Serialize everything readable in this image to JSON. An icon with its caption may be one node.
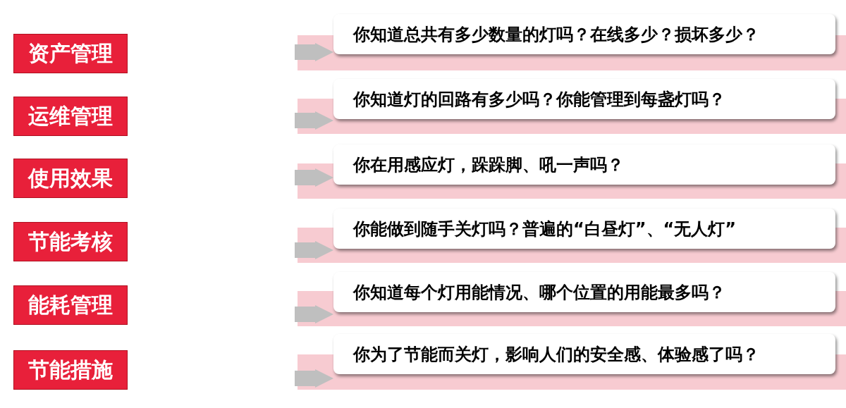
{
  "diagram": {
    "nodes": [
      {
        "text": [
          "资产管理"
        ]
      },
      {
        "text": [
          "运维管理"
        ]
      },
      {
        "text": [
          "使用效果"
        ]
      },
      {
        "text": [
          "节能考核"
        ]
      },
      {
        "text": [
          "能耗管理"
        ]
      },
      {
        "text": [
          "节能措施"
        ]
      },
      {
        "text": [
          "你知道总共有多少数量的灯吗？在线多少？损坏多少？"
        ]
      },
      {
        "text": [
          "你知道灯的回路有多少吗？你能管理到每盏灯吗？"
        ]
      },
      {
        "text": [
          "你在用感应灯，跺跺脚、吼一声吗？"
        ]
      },
      {
        "text": [
          "你能做到随手关灯吗？普遍的“白昼灯”、“无人灯”"
        ]
      },
      {
        "text": [
          "你知道每个灯用能情况、哪个位置的用能最多吗？"
        ]
      },
      {
        "text": [
          "你为了节能而关灯，影响人们的安全感、体验感了吗？"
        ]
      }
    ],
    "edges": [
      {
        "from": 0,
        "to": 6,
        "arrow": "to"
      },
      {
        "from": 1,
        "to": 7,
        "arrow": "to"
      },
      {
        "from": 2,
        "to": 8,
        "arrow": "to"
      },
      {
        "from": 3,
        "to": 9,
        "arrow": "to"
      },
      {
        "from": 4,
        "to": 10,
        "arrow": "to"
      },
      {
        "from": 5,
        "to": 11,
        "arrow": "to"
      }
    ]
  }
}
